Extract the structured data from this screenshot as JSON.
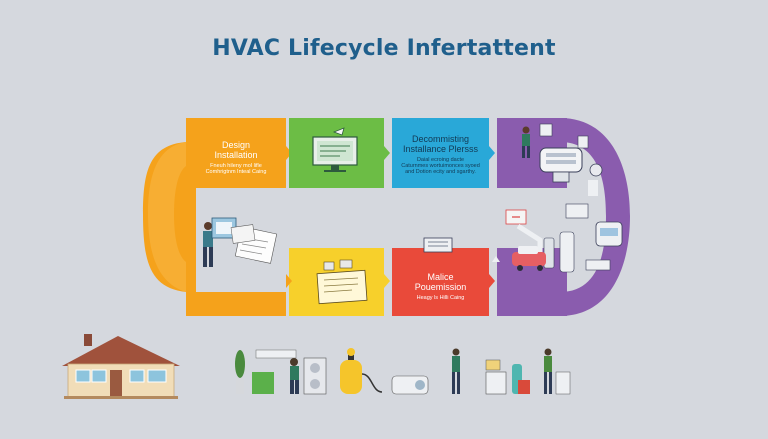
{
  "title": "HVAC Lifecycle Infertattent",
  "stages": [
    {
      "id": "design",
      "heading_1": "Design",
      "heading_2": "Installation",
      "sub_1": "Fneuh hileny mol lifle",
      "sub_2": "Comhrigtnm Inteal Caing",
      "color": "#f5a21b"
    },
    {
      "id": "monitor",
      "color": "#6cbd45"
    },
    {
      "id": "decommissioning",
      "heading_1": "Decommisting",
      "heading_2": "Installance Plersss",
      "sub_1": "Daial ecroing dacte",
      "sub_2": "Caturnmes wortuimonces syoed",
      "sub_3": "and Dotion ecity and sgarthy.",
      "color": "#29a8d8"
    },
    {
      "id": "operation",
      "color": "#8a5cae"
    },
    {
      "id": "maintenance",
      "heading_1": "Malice",
      "heading_2": "Pouemission",
      "sub_1": "Heagy ls Hilli Caing",
      "color": "#e94a3a"
    },
    {
      "id": "inspection",
      "color": "#f7d02b"
    }
  ],
  "colors": {
    "background": "#d5d8de",
    "title": "#1f5f8c",
    "orange": "#f5a21b",
    "green": "#6cbd45",
    "blue": "#29a8d8",
    "purple": "#8a5cae",
    "red": "#e94a3a",
    "yellow": "#f7d02b"
  },
  "icons": [
    "house-icon",
    "technician-icon",
    "blueprint-icon",
    "monitor-icon",
    "hvac-unit-icon",
    "vehicle-icon",
    "plant-icon",
    "cylinder-icon"
  ]
}
